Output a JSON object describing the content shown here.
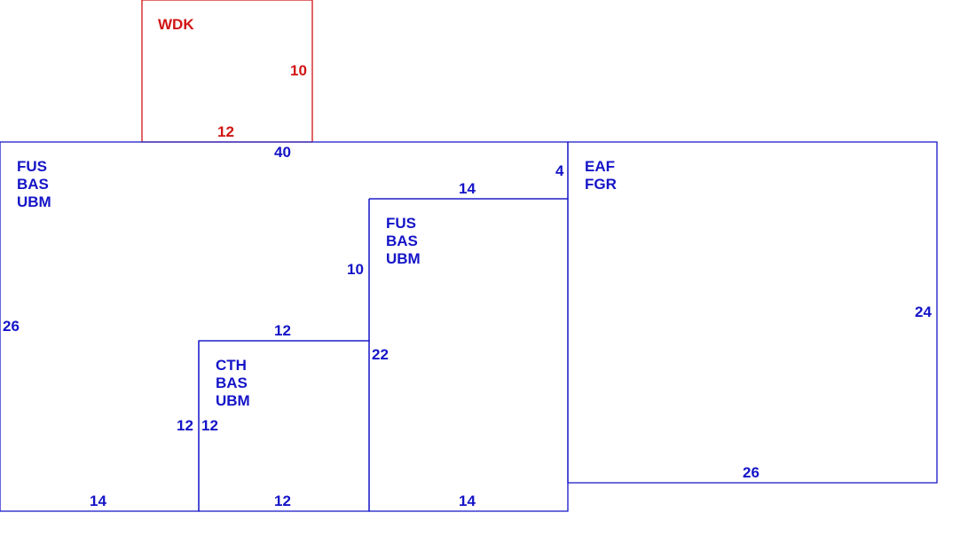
{
  "colors": {
    "main": "#1414c8",
    "wdk": "#d21414"
  },
  "wdk": {
    "code": "WDK",
    "dim_right": "10",
    "dim_bottom": "12"
  },
  "main": {
    "codes": [
      "FUS",
      "BAS",
      "UBM"
    ],
    "dim_top": "40",
    "dim_left": "26",
    "dim_bottom": "14",
    "dim_notch_right": "4"
  },
  "center": {
    "codes": [
      "FUS",
      "BAS",
      "UBM"
    ],
    "dim_top": "14",
    "dim_left": "10",
    "dim_left_lower": "22",
    "dim_bottom": "14"
  },
  "cth": {
    "codes": [
      "CTH",
      "BAS",
      "UBM"
    ],
    "dim_top": "12",
    "dim_left_outer": "12",
    "dim_left_inner": "12",
    "dim_bottom": "12"
  },
  "eaf": {
    "codes": [
      "EAF",
      "FGR"
    ],
    "dim_right": "24",
    "dim_bottom": "26"
  }
}
